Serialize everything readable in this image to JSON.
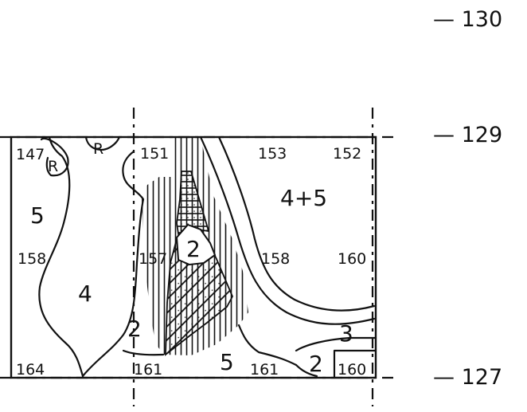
{
  "scale_labels": {
    "top": "— 130",
    "upper": "— 129",
    "lower": "— 127"
  },
  "numbers": {
    "n147": "147",
    "n151": "151",
    "n153": "153",
    "n152": "152",
    "n158a": "158",
    "n157": "157",
    "n158b": "158",
    "n160a": "160",
    "n164": "164",
    "n161a": "161",
    "n161b": "161",
    "n160b": "160"
  },
  "zones": {
    "z5_left": "5",
    "z4": "4",
    "z2_left": "2",
    "z2_center": "2",
    "z45": "4+5",
    "z3": "3",
    "z5_bottom": "5",
    "z2_bottom": "2"
  },
  "markers": {
    "r1": "R",
    "r2": "R"
  }
}
